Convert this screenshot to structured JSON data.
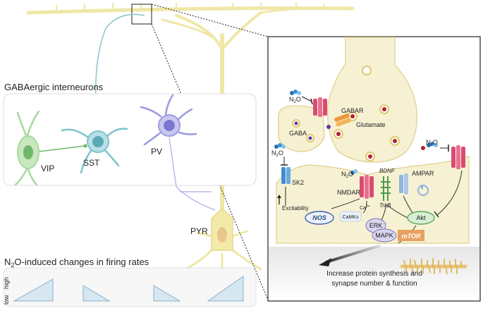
{
  "labels": {
    "gabaergic_interneurons": "GABAergic interneurons",
    "vip": "VIP",
    "sst": "SST",
    "pv": "PV",
    "pyr": "PYR",
    "changes_title_prefix": "N",
    "changes_title_sub": "2",
    "changes_title_suffix": "O-induced changes in firing rates",
    "axis_high": "high",
    "axis_low": "low"
  },
  "inset": {
    "n2o_prefix": "N",
    "n2o_sub": "2",
    "n2o_suffix": "O",
    "gabar": "GABAR",
    "gaba": "GABA",
    "glutamate": "Glutamate",
    "sk2": "SK2",
    "excitability": "Excitability",
    "nmdar": "NMDAR",
    "bdnf": "BDNF",
    "ampar": "AMPAR",
    "trkb": "TrkB",
    "ca": "Ca",
    "ca_sup": "2+",
    "nos": "NOS",
    "camks": "CaMKs",
    "akt": "Akt",
    "erk": "ERK",
    "mapk": "MAPK",
    "mtor": "mTOR",
    "outcome_line1": "Increase protein synthesis and",
    "outcome_line2": "synapse number & function"
  },
  "colors": {
    "dendrite": "#efe7a6",
    "sst_axon": "#8fc7cf",
    "vip": "#a8d9a0",
    "sst": "#7fc3cc",
    "pv": "#9c9be0",
    "pyr_body": "#f3eaa8",
    "gaba_receptor": "#d94b73",
    "glutamate_vesicle": "#b0202a",
    "gaba_vesicle": "#5c3a9a",
    "mtor": "#e8a060",
    "synapse_fill": "#f7f1d3"
  }
}
